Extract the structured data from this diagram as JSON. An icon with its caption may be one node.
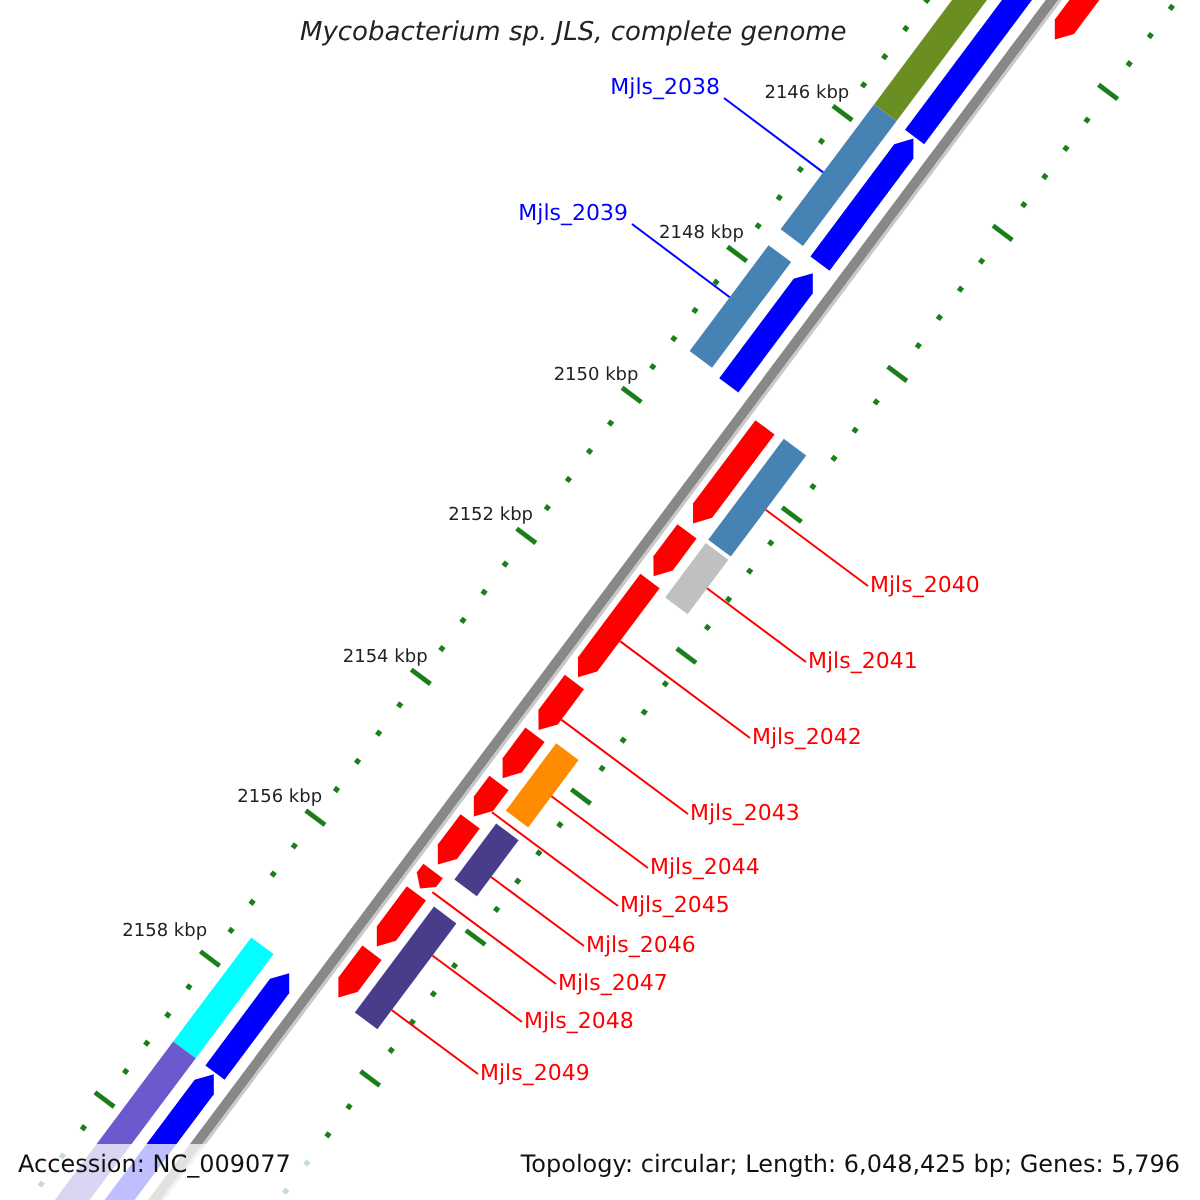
{
  "diagram": {
    "title": "Mycobacterium sp. JLS, complete genome",
    "nodes": [
      {
        "text": [
          "Mjls_2038"
        ]
      },
      {
        "text": [
          "Mjls_2039"
        ]
      },
      {
        "text": [
          "Mjls_2040"
        ]
      },
      {
        "text": [
          "Mjls_2041"
        ]
      },
      {
        "text": [
          "Mjls_2042"
        ]
      },
      {
        "text": [
          "Mjls_2043"
        ]
      },
      {
        "text": [
          "Mjls_2044"
        ]
      },
      {
        "text": [
          "Mjls_2045"
        ]
      },
      {
        "text": [
          "Mjls_2046"
        ]
      },
      {
        "text": [
          "Mjls_2047"
        ]
      },
      {
        "text": [
          "Mjls_2048"
        ]
      },
      {
        "text": [
          "Mjls_2049"
        ]
      },
      {
        "text": [],
        "shape": "bar"
      },
      {
        "text": [],
        "shape": "bar"
      },
      {
        "text": [],
        "shape": "bar"
      },
      {
        "text": [],
        "shape": "bar"
      },
      {
        "text": [],
        "shape": "arrow"
      },
      {
        "text": [],
        "shape": "arrow"
      },
      {
        "text": [],
        "shape": "bar"
      },
      {
        "text": [],
        "shape": "arrow"
      },
      {
        "text": [],
        "shape": "bar"
      },
      {
        "text": [],
        "shape": "arrow"
      },
      {
        "text": [],
        "shape": "bar"
      },
      {
        "text": [],
        "shape": "bar"
      },
      {
        "text": [],
        "shape": "bar"
      },
      {
        "text": [],
        "shape": "bar"
      },
      {
        "text": [],
        "shape": "arrow"
      },
      {
        "text": [],
        "shape": "arrow"
      },
      {
        "text": [],
        "shape": "arrow"
      },
      {
        "text": [],
        "shape": "arrow"
      },
      {
        "text": [],
        "shape": "arrow"
      },
      {
        "text": [],
        "shape": "arrow"
      },
      {
        "text": [],
        "shape": "arrow"
      },
      {
        "text": [],
        "shape": "arrow"
      },
      {
        "text": [],
        "shape": "arrow"
      },
      {
        "text": [],
        "shape": "arrow"
      },
      {
        "text": [],
        "shape": "arrow"
      },
      {
        "text": [],
        "shape": "arrow"
      }
    ],
    "edges": [
      {
        "from": 0,
        "to": 12,
        "arrow": "none",
        "color": "#0000ff"
      },
      {
        "from": 1,
        "to": 13,
        "arrow": "none",
        "color": "#0000ff"
      },
      {
        "from": 2,
        "to": 14,
        "arrow": "none"
      },
      {
        "from": 3,
        "to": 15,
        "arrow": "none"
      },
      {
        "from": 4,
        "to": 16,
        "arrow": "none"
      },
      {
        "from": 5,
        "to": 17,
        "arrow": "none"
      },
      {
        "from": 6,
        "to": 18,
        "arrow": "none"
      },
      {
        "from": 7,
        "to": 19,
        "arrow": "none"
      },
      {
        "from": 8,
        "to": 20,
        "arrow": "none"
      },
      {
        "from": 9,
        "to": 21,
        "arrow": "none"
      },
      {
        "from": 10,
        "to": 22,
        "arrow": "none"
      },
      {
        "from": 11,
        "to": 22,
        "arrow": "none"
      }
    ],
    "labels": [
      "2146 kbp",
      "2148 kbp",
      "2150 kbp",
      "2152 kbp",
      "2154 kbp",
      "2156 kbp",
      "2158 kbp",
      "Accession: NC_009077",
      "Topology: circular; Length: 6,048,425 bp; Genes: 5,796"
    ]
  }
}
